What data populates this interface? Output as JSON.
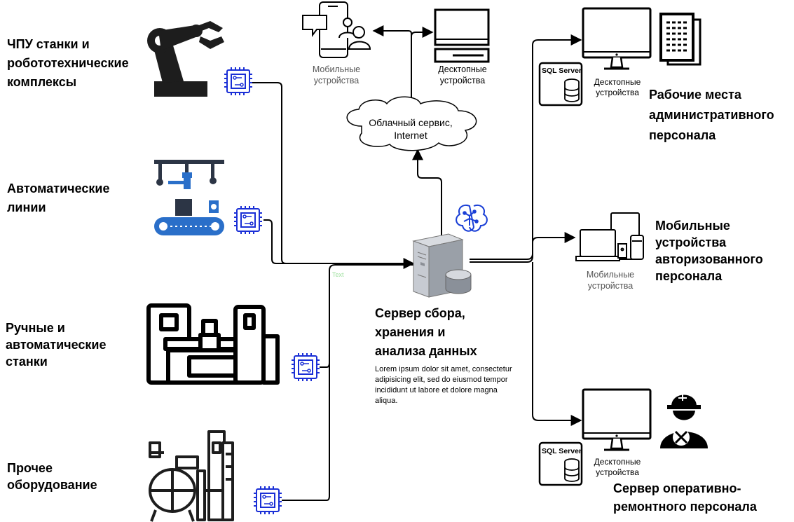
{
  "sources": {
    "cnc": "ЧПУ станки и робототехнические комплексы",
    "lines": "Автоматические линии",
    "machines": "Ручные и автоматические станки",
    "other": "Прочее оборудование"
  },
  "cloud": {
    "label_line1": "Облачный сервис,",
    "label_line2": "Internet"
  },
  "top_devices": {
    "mobile_line1": "Мобильные",
    "mobile_line2": "устройства",
    "desktop_line1": "Десктопные",
    "desktop_line2": "устройства"
  },
  "server": {
    "title_line1": "Сервер сбора,",
    "title_line2": "хранения и",
    "title_line3": "анализа данных",
    "description": "Lorem ipsum dolor sit amet, consectetur adipisicing elit, sed do eiusmod tempor incididunt ut labore et dolore magna aliqua."
  },
  "admin": {
    "title_line1": "Рабочие места",
    "title_line2": "административного",
    "title_line3": "персонала",
    "sql_badge": "SQL Server",
    "desktop_line1": "Десктопные",
    "desktop_line2": "устройства"
  },
  "mobile_auth": {
    "title_line1": "Мобильные",
    "title_line2": "устройства",
    "title_line3": "авторизованного",
    "title_line4": "персонала",
    "device_line1": "Мобильные",
    "device_line2": "устройства"
  },
  "repair": {
    "title_line1": "Сервер оперативно-",
    "title_line2": "ремонтного персонала",
    "sql_badge": "SQL Server",
    "desktop_line1": "Десктопные",
    "desktop_line2": "устройства"
  },
  "colors": {
    "chip": "#1a2fd6",
    "conveyor": "#2a6fc9",
    "line": "#000000",
    "server_gray": "#9aa0a8"
  },
  "icons": [
    "robot-arm-icon",
    "conveyor-line-icon",
    "lathe-machine-icon",
    "refinery-icon",
    "chip-icon",
    "cloud-icon",
    "smartphone-users-icon",
    "desktop-icon",
    "server-icon",
    "ai-brain-icon",
    "document-icon",
    "database-icon",
    "laptop-phone-icon",
    "repair-worker-icon"
  ]
}
